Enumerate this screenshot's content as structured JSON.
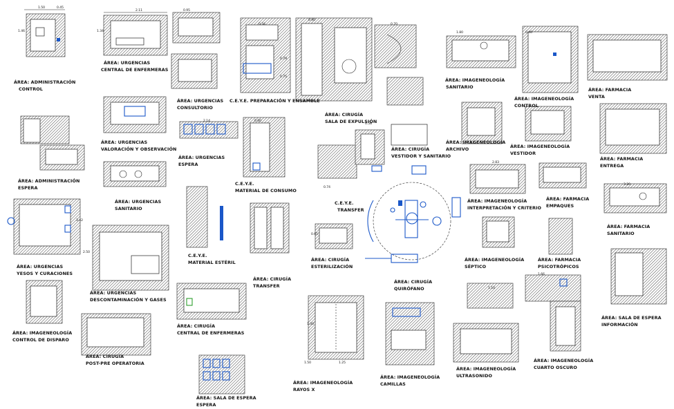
{
  "title": "",
  "colors": {
    "linework": "#222222",
    "equipment_blue": "#1a57c8",
    "equipment_green": "#2e9e2e",
    "background": "#ffffff"
  },
  "plans": [
    {
      "id": "adm-control",
      "lines": [
        "ÁREA: ADMINISTRACIÓN",
        "CONTROL"
      ]
    },
    {
      "id": "urg-central",
      "lines": [
        "ÁREA: URGENCIAS",
        "CENTRAL DE ENFERMERAS"
      ]
    },
    {
      "id": "ceye-prep",
      "lines": [
        "C.E.Y.E. PREPARACIÓN Y ENSAMBLE"
      ]
    },
    {
      "id": "img-sanitario",
      "lines": [
        "ÁREA: IMAGENEOLOGÍA",
        "SANITARIO"
      ]
    },
    {
      "id": "img-control",
      "lines": [
        "ÁREA: IMAGENEOLOGÍA",
        "CONTROL"
      ]
    },
    {
      "id": "farm-venta",
      "lines": [
        "ÁREA: FARMACIA",
        "VENTA"
      ]
    },
    {
      "id": "urg-consultorio",
      "lines": [
        "ÁREA: URGENCIAS",
        "CONSULTORIO"
      ]
    },
    {
      "id": "cir-expulsion",
      "lines": [
        "ÁREA: CIRUGÍA",
        "SALA DE EXPULSIÓN"
      ]
    },
    {
      "id": "urg-valoracion",
      "lines": [
        "ÁREA: URGENCIAS",
        "VALORACIÓN Y OBSERVACIÓN"
      ]
    },
    {
      "id": "img-archivo",
      "lines": [
        "ÁREA: IMAGENEOLOGÍA",
        "ARCHIVO"
      ]
    },
    {
      "id": "img-vestidor",
      "lines": [
        "ÁREA: IMAGENEOLOGÍA",
        "VESTIDOR"
      ]
    },
    {
      "id": "farm-entrega",
      "lines": [
        "ÁREA: FARMACIA",
        "ENTREGA"
      ]
    },
    {
      "id": "cir-vestidor",
      "lines": [
        "ÁREA: CIRUGÍA",
        "VESTIDOR Y SANITARIO"
      ]
    },
    {
      "id": "urg-espera",
      "lines": [
        "ÁREA: URGENCIAS",
        "ESPERA"
      ]
    },
    {
      "id": "adm-espera",
      "lines": [
        "ÁREA: ADMINISTRACIÓN",
        "ESPERA"
      ]
    },
    {
      "id": "ceye-consumo",
      "lines": [
        "C.E.Y.E.",
        "MATERIAL DE CONSUMO"
      ]
    },
    {
      "id": "urg-sanitario",
      "lines": [
        "ÁREA: URGENCIAS",
        "SANITARIO"
      ]
    },
    {
      "id": "ceye-transfer",
      "lines": [
        "C.E.Y.E.",
        "TRANSFER"
      ]
    },
    {
      "id": "img-interpretacion",
      "lines": [
        "ÁREA: IMAGENEOLOGÍA",
        "INTERPRETACIÓN Y CRITERIO"
      ]
    },
    {
      "id": "farm-empaques",
      "lines": [
        "ÁREA: FARMACIA",
        "EMPAQUES"
      ]
    },
    {
      "id": "farm-sanitario",
      "lines": [
        "ÁREA: FARMACIA",
        "SANITARIO"
      ]
    },
    {
      "id": "urg-yesos",
      "lines": [
        "ÁREA: URGENCIAS",
        "YESOS Y CURACIONES"
      ]
    },
    {
      "id": "ceye-esteril",
      "lines": [
        "C.E.Y.E.",
        "MATERIAL ESTÉRIL"
      ]
    },
    {
      "id": "cir-esterilizacion",
      "lines": [
        "ÁREA: CIRUGÍA",
        "ESTERILIZACIÓN"
      ]
    },
    {
      "id": "img-septico",
      "lines": [
        "ÁREA: IMAGENEOLOGÍA",
        "SÉPTICO"
      ]
    },
    {
      "id": "farm-psico",
      "lines": [
        "ÁREA: FARMACIA",
        "PSICOTRÓPICOS"
      ]
    },
    {
      "id": "cir-transfer",
      "lines": [
        "ÁREA: CIRUGÍA",
        "TRANSFER"
      ]
    },
    {
      "id": "cir-quirofano",
      "lines": [
        "ÁREA: CIRUGÍA",
        "QUIRÓFANO"
      ]
    },
    {
      "id": "urg-descontam",
      "lines": [
        "ÁREA: URGENCIAS",
        "DESCONTAMINACIÓN Y GASES"
      ]
    },
    {
      "id": "img-disparo",
      "lines": [
        "ÁREA: IMAGENEOLOGÍA",
        "CONTROL DE DISPARO"
      ]
    },
    {
      "id": "cir-central",
      "lines": [
        "ÁREA: CIRUGÍA",
        "CENTRAL DE ENFERMERAS"
      ]
    },
    {
      "id": "cir-postpre",
      "lines": [
        "ÁREA: CIRUGÍA",
        "POST-PRE OPERATORIA"
      ]
    },
    {
      "id": "espera-info",
      "lines": [
        "ÁREA: SALA DE ESPERA",
        "INFORMACIÓN"
      ]
    },
    {
      "id": "img-cuarto",
      "lines": [
        "ÁREA: IMAGENEOLOGÍA",
        "CUARTO OSCURO"
      ]
    },
    {
      "id": "img-ultrasonido",
      "lines": [
        "ÁREA: IMAGENEOLOGÍA",
        "ULTRASONIDO"
      ]
    },
    {
      "id": "img-camillas",
      "lines": [
        "ÁREA: IMAGENEOLOGÍA",
        "CAMILLAS"
      ]
    },
    {
      "id": "img-rayos",
      "lines": [
        "ÁREA: IMAGENEOLOGÍA",
        "RAYOS X"
      ]
    },
    {
      "id": "espera-espera",
      "lines": [
        "ÁREA: SALA DE ESPERA",
        "ESPERA"
      ]
    }
  ],
  "dimensions": [
    "1.50",
    "0.45",
    "2.11",
    "0.95",
    "1.34",
    "1.46",
    "3.42",
    "0.34",
    "0.79",
    "0.75",
    "0.70",
    "1.80",
    "2.83",
    "1.66",
    "2.50",
    "3.20",
    "2.14",
    "0.60",
    "0.90",
    "0.40",
    "1.10",
    "1.00",
    "1.25",
    "1.50",
    "0.65",
    "0.74",
    "0.58"
  ]
}
